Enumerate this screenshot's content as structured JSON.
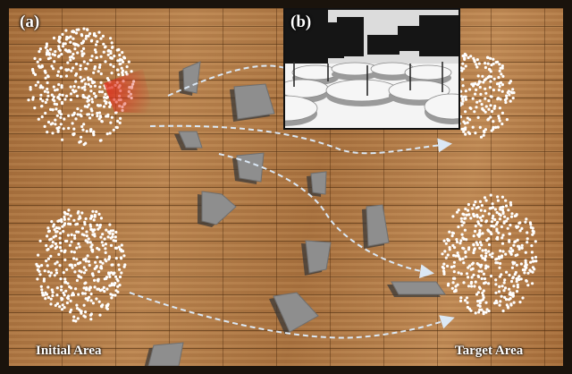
{
  "panels": {
    "main": {
      "tag": "(a)"
    },
    "inset": {
      "tag": "(b)"
    }
  },
  "areas": {
    "initial": "Initial Area",
    "target": "Target Area"
  },
  "colors": {
    "floor": "#b17a44",
    "robot": "#ffffff",
    "obstacle": "#8e8e8e",
    "path": "#dbe8f5",
    "sensor_cone": "#e0301e",
    "label": "#ffffff"
  }
}
